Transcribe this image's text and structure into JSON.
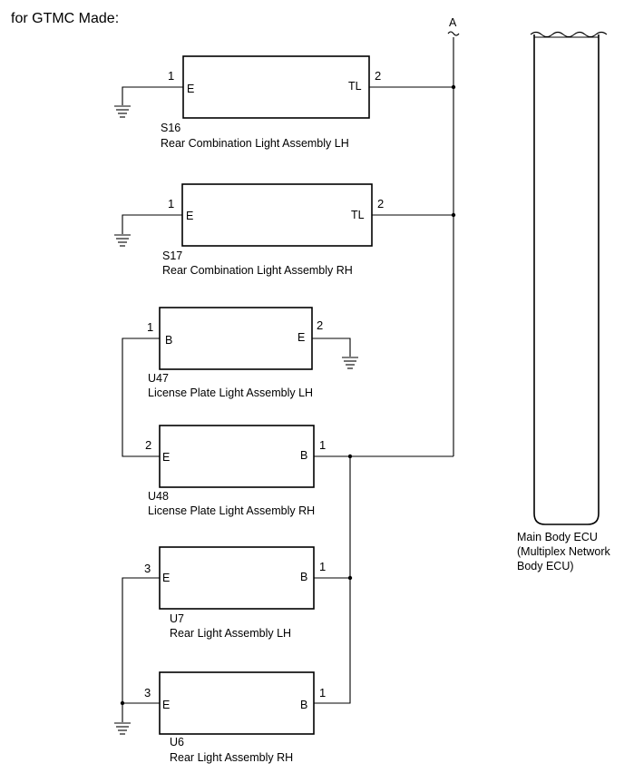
{
  "title": "for GTMC Made:",
  "connector_a": "A",
  "components": [
    {
      "id": "S16",
      "name": "Rear Combination Light Assembly LH",
      "left_pin": "1",
      "left_term": "E",
      "right_pin": "2",
      "right_term": "TL"
    },
    {
      "id": "S17",
      "name": "Rear Combination Light Assembly RH",
      "left_pin": "1",
      "left_term": "E",
      "right_pin": "2",
      "right_term": "TL"
    },
    {
      "id": "U47",
      "name": "License Plate Light Assembly LH",
      "left_pin": "1",
      "left_term": "B",
      "right_pin": "2",
      "right_term": "E"
    },
    {
      "id": "U48",
      "name": "License Plate Light Assembly RH",
      "left_pin": "2",
      "left_term": "E",
      "right_pin": "1",
      "right_term": "B"
    },
    {
      "id": "U7",
      "name": "Rear Light Assembly LH",
      "left_pin": "3",
      "left_term": "E",
      "right_pin": "1",
      "right_term": "B"
    },
    {
      "id": "U6",
      "name": "Rear Light Assembly RH",
      "left_pin": "3",
      "left_term": "E",
      "right_pin": "1",
      "right_term": "B"
    }
  ],
  "ecu": {
    "line1": "Main Body ECU",
    "line2": "(Multiplex Network",
    "line3": "Body ECU)"
  }
}
